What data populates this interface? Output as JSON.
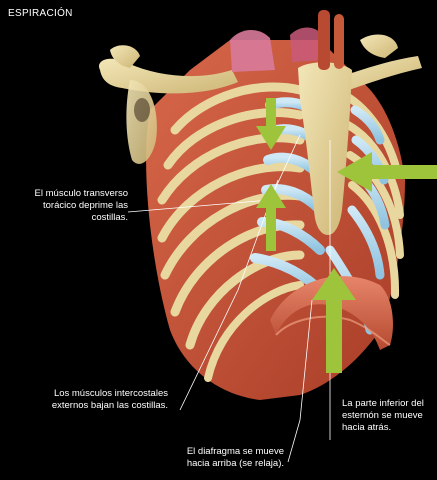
{
  "title": "ESPIRACIÓN",
  "labels": {
    "transverso": {
      "line1": "El músculo transverso",
      "line2": "torácico deprime las costillas."
    },
    "intercostales": {
      "line1": "Los músculos intercostales",
      "line2": "externos bajan las costillas."
    },
    "diafragma": {
      "line1": "El diafragma se mueve",
      "line2": "hacia arriba (se relaja)."
    },
    "esternon": {
      "line1": "La parte inferior del",
      "line2": "esternón se mueve",
      "line3": "hacia atrás."
    }
  },
  "colors": {
    "background": "#000000",
    "bone": "#e8d8a0",
    "muscle": "#c9543a",
    "cartilage": "#a9d3ea",
    "arrow": "#9dc43a",
    "text": "#ffffff"
  },
  "icons": [
    "down-arrow-icon",
    "up-arrow-icon",
    "left-arrow-icon"
  ]
}
